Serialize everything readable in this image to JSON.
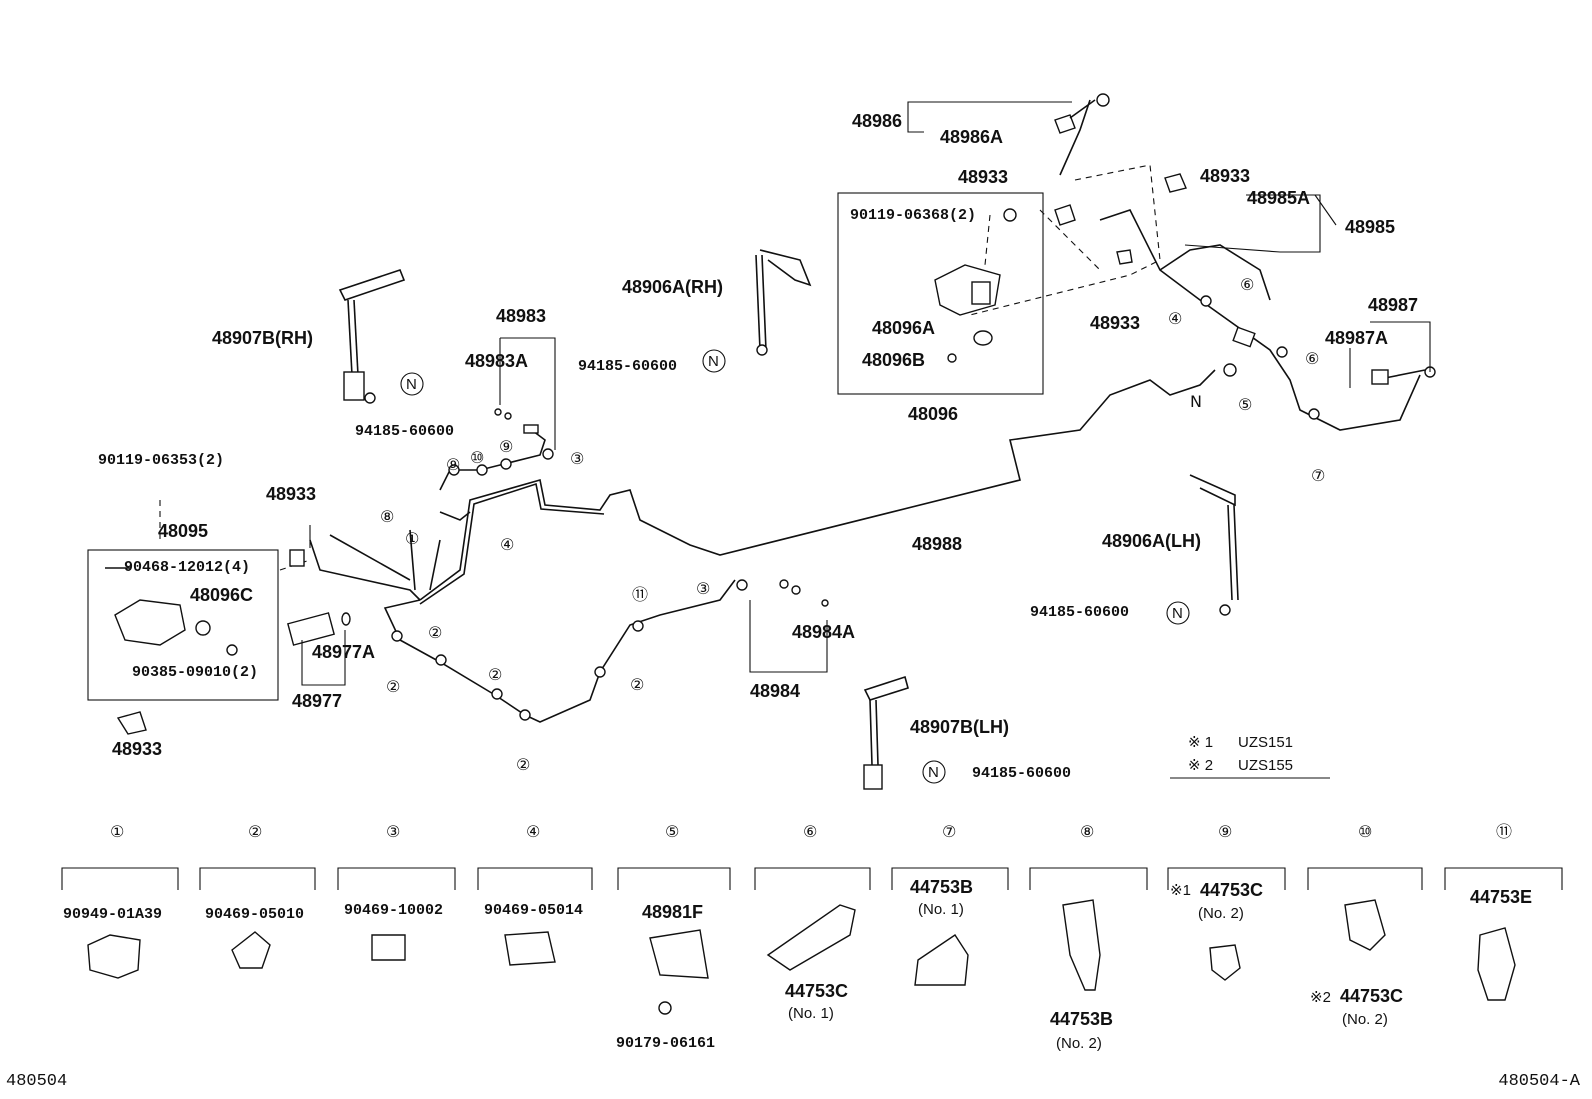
{
  "diagram_id_left": "480504",
  "diagram_id_right": "480504-A",
  "labels": {
    "p48986": "48986",
    "p48986A": "48986A",
    "p48933_top": "48933",
    "p90119_06368": "90119-06368(2)",
    "p48933_tr": "48933",
    "p48985A": "48985A",
    "p48985": "48985",
    "p48906A_RH": "48906A(RH)",
    "p94185_rh1": "94185-60600",
    "p48096A": "48096A",
    "p48096B": "48096B",
    "p48096": "48096",
    "p48933_mid": "48933",
    "p48987": "48987",
    "p48987A": "48987A",
    "p48907B_RH": "48907B(RH)",
    "p94185_rh2": "94185-60600",
    "p48983": "48983",
    "p48983A": "48983A",
    "p90119_06353": "90119-06353(2)",
    "p48933_left": "48933",
    "p48095": "48095",
    "p90468": "90468-12012(4)",
    "p48096C": "48096C",
    "p90385": "90385-09010(2)",
    "p48977A": "48977A",
    "p48977": "48977",
    "p48933_bl": "48933",
    "p48988": "48988",
    "p48906A_LH": "48906A(LH)",
    "p94185_lh1": "94185-60600",
    "p48984A": "48984A",
    "p48984": "48984",
    "p48907B_LH": "48907B(LH)",
    "p94185_lh2": "94185-60600"
  },
  "legend": {
    "note1_mark": "※ 1",
    "note1_text": "UZS151",
    "note2_mark": "※ 2",
    "note2_text": "UZS155"
  },
  "callouts": {
    "c1": "①",
    "c2": "②",
    "c3": "③",
    "c4": "④",
    "c5": "⑤",
    "c6": "⑥",
    "c7": "⑦",
    "c8": "⑧",
    "c9": "⑨",
    "c10": "⑩",
    "c11": "⑪",
    "cN": "N"
  },
  "clips": [
    {
      "num": "①",
      "part": "90949-01A39",
      "sub": ""
    },
    {
      "num": "②",
      "part": "90469-05010",
      "sub": ""
    },
    {
      "num": "③",
      "part": "90469-10002",
      "sub": ""
    },
    {
      "num": "④",
      "part": "90469-05014",
      "sub": ""
    },
    {
      "num": "⑤",
      "part": "48981F",
      "sub": "",
      "extra": "90179-06161"
    },
    {
      "num": "⑥",
      "part": "44753C",
      "sub": "(No. 1)"
    },
    {
      "num": "⑦",
      "part": "44753B",
      "sub": "(No. 1)"
    },
    {
      "num": "⑧",
      "part": "44753B",
      "sub": "(No. 2)"
    },
    {
      "num": "⑨",
      "part": "44753C",
      "sub": "(No. 2)",
      "mark": "※1"
    },
    {
      "num": "⑩",
      "part": "44753C",
      "sub": "(No. 2)",
      "mark": "※2"
    },
    {
      "num": "⑪",
      "part": "44753E",
      "sub": ""
    }
  ]
}
